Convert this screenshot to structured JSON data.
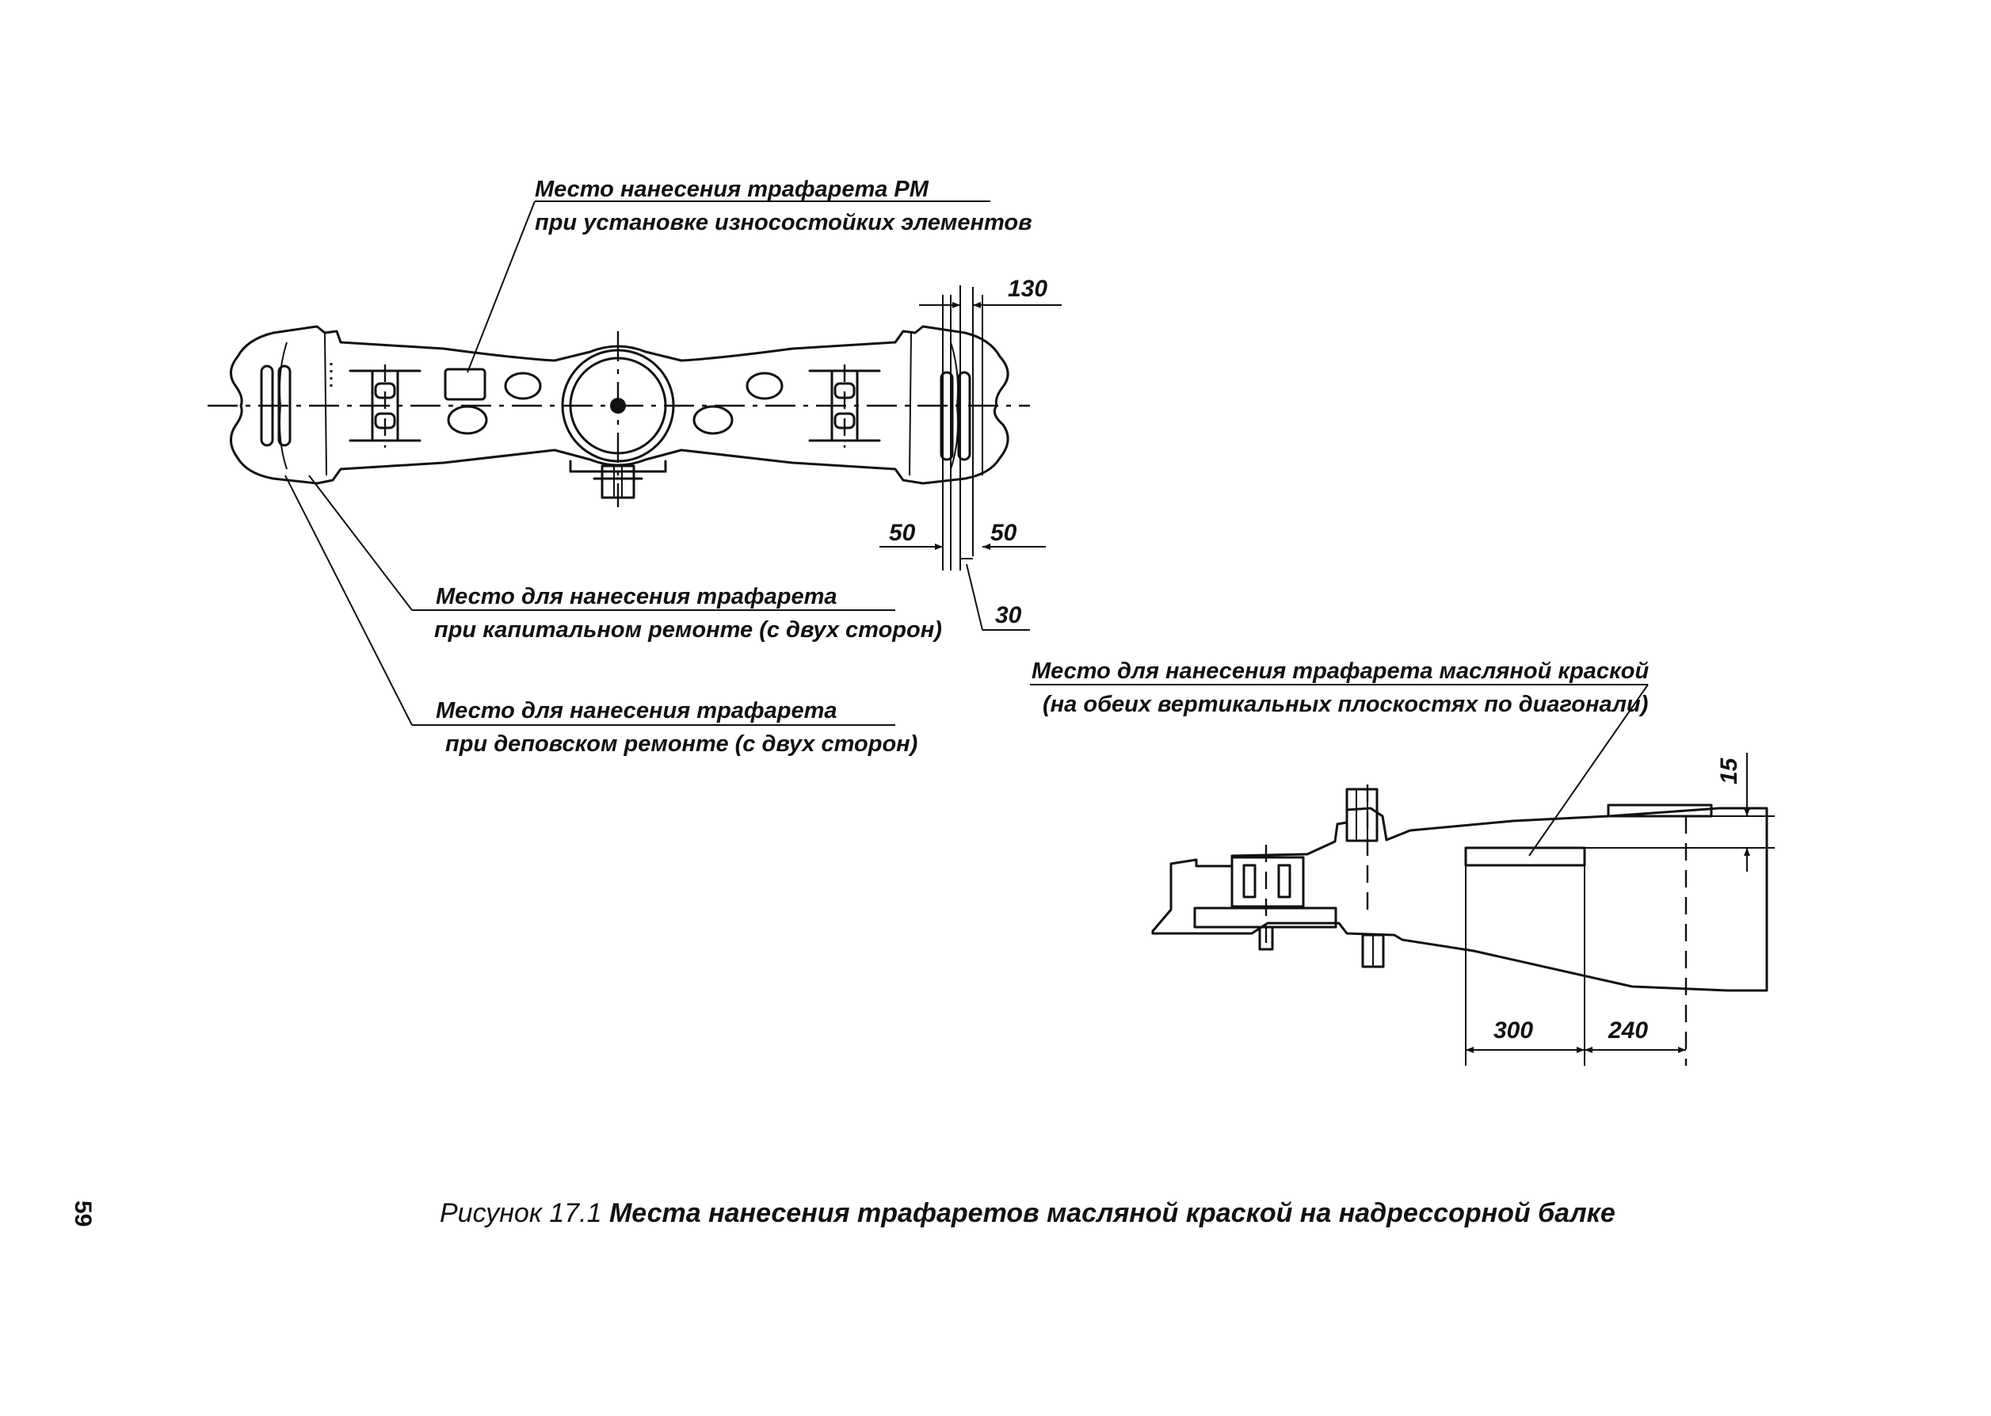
{
  "labels": {
    "rm_line1": "Место нанесения трафарета РМ",
    "rm_line2": "при установке износостойких элементов",
    "capital_line1": "Место для нанесения трафарета",
    "capital_line2": "при капитальном ремонте (с двух сторон)",
    "depot_line1": "Место для нанесения трафарета",
    "depot_line2": "при деповском ремонте (с двух сторон)",
    "oil_line1": "Место для нанесения трафарета масляной краской",
    "oil_line2": "(на обеих вертикальных плоскостях по диагонали)"
  },
  "dimensions": {
    "d130": "130",
    "d50_left": "50",
    "d50_right": "50",
    "d30": "30",
    "d15": "15",
    "d300": "300",
    "d240": "240"
  },
  "caption": {
    "figure_number": "Рисунок 17.1",
    "text": "Места нанесения трафаретов масляной краской на надрессорной балке"
  },
  "page_number": "59"
}
